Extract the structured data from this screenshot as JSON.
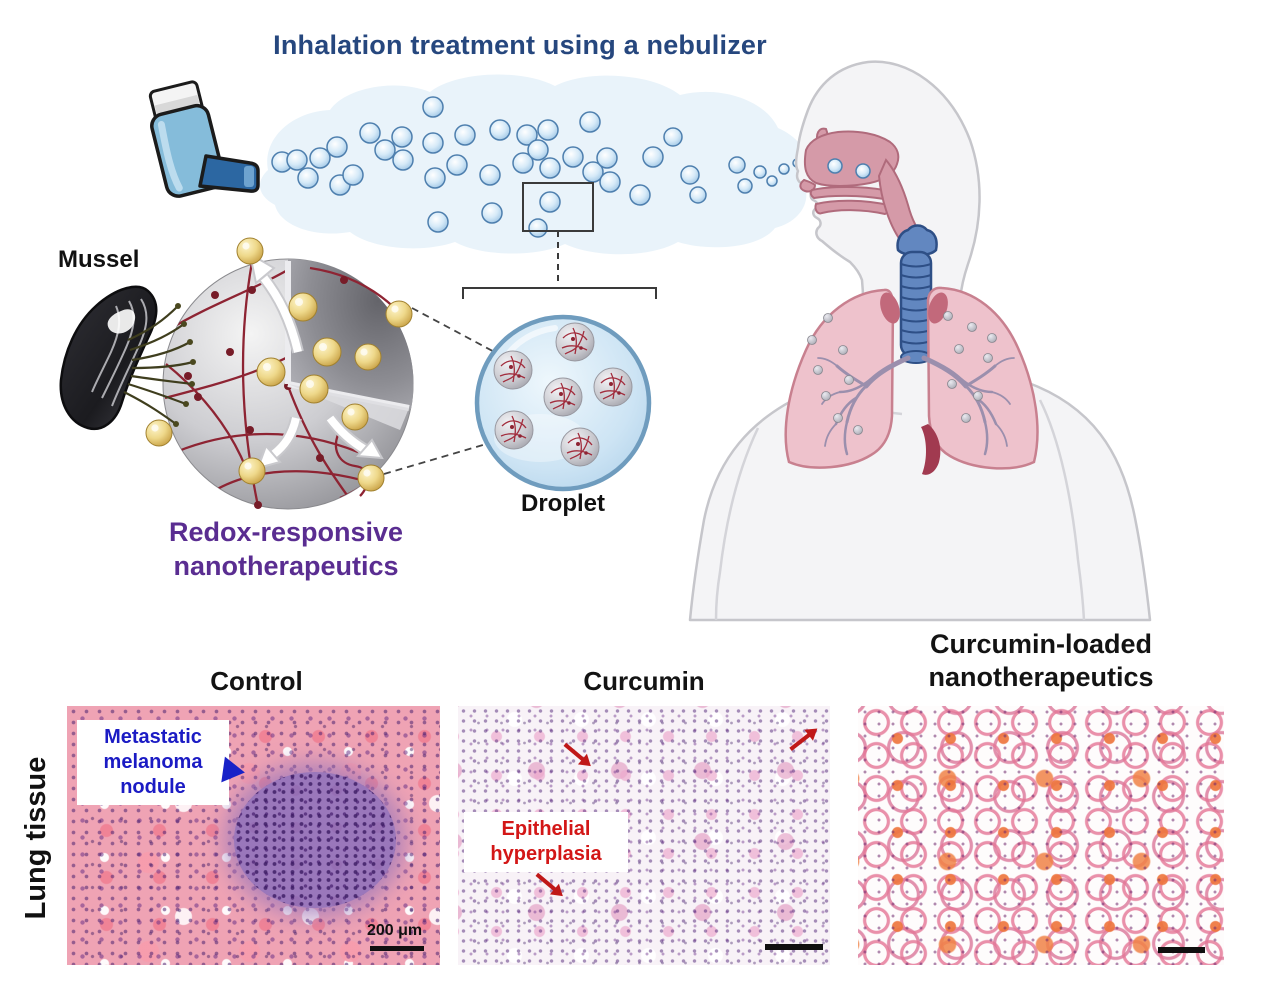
{
  "title": {
    "text": "Inhalation treatment using a nebulizer",
    "color": "#26477e"
  },
  "diagram": {
    "mussel_label": "Mussel",
    "redox_label": "Redox-responsive nanotherapeutics",
    "droplet_label": "Droplet",
    "icons": [
      "inhaler-icon",
      "mist-cloud",
      "mist-droplet",
      "magnifier-box",
      "mussel-icon",
      "byssal-threads",
      "nanoparticle-sphere",
      "gold-drug-particle",
      "release-arrow",
      "droplet-zoom",
      "human-figure",
      "airway-icon",
      "trachea-icon",
      "lungs-icon",
      "nanoparticle-dot"
    ]
  },
  "histology": {
    "section_label": "Lung tissue",
    "panels": [
      {
        "title": "Control",
        "annotation": "Metastatic melanoma nodule",
        "annotation_color": "#1b1bc4",
        "scale_label": "200 μm"
      },
      {
        "title": "Curcumin",
        "annotation": "Epithelial hyperplasia",
        "annotation_color": "#d31717"
      },
      {
        "title": "Curcumin-loaded nanotherapeutics"
      }
    ]
  },
  "colors": {
    "title_text": "#26477e",
    "redox_text": "#5a2d91",
    "label_text": "#111111",
    "mist_blue": "#e9f3fa",
    "droplet_ring_blue": "#6f9cbe",
    "gold_particle": "#e3c565",
    "network_red": "#8e2433",
    "lung_pink": "#eec2cc",
    "trachea_blue": "#6287c0",
    "histology_pink": "#efa3b4",
    "nodule_purple": "#9a77bb",
    "healthy_orange": "#ee763e"
  }
}
